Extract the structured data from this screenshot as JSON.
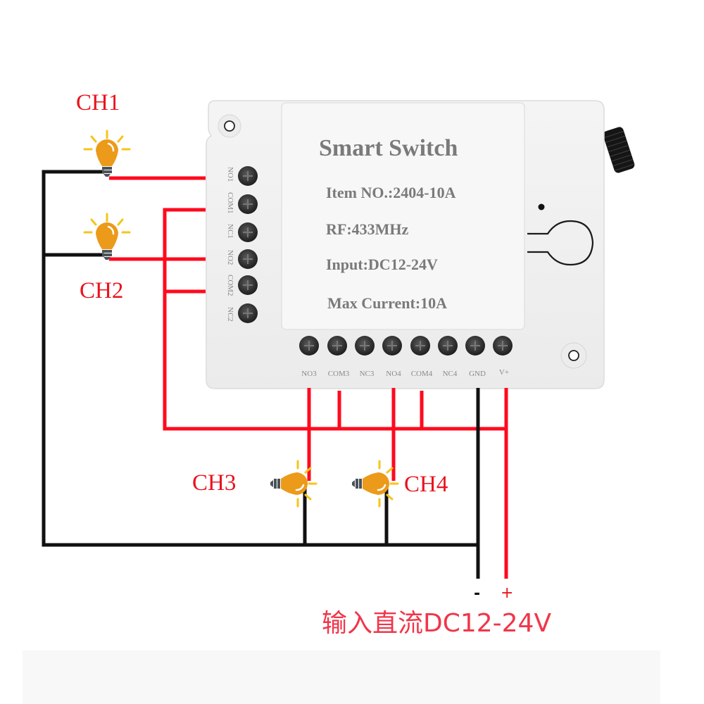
{
  "device": {
    "title": "Smart Switch",
    "specs": [
      {
        "label": "Item NO.:2404-10A"
      },
      {
        "label": "RF:433MHz"
      },
      {
        "label": "Input:DC12-24V"
      },
      {
        "label": "Max Current:10A"
      }
    ],
    "left_terminals": [
      "NO1",
      "COM1",
      "NC1",
      "NO2",
      "COM2",
      "NC2"
    ],
    "bottom_terminals": [
      "NO3",
      "COM3",
      "NC3",
      "NO4",
      "COM4",
      "NC4",
      "GND",
      "V+"
    ]
  },
  "channels": [
    {
      "label": "CH1"
    },
    {
      "label": "CH2"
    },
    {
      "label": "CH3"
    },
    {
      "label": "CH4"
    }
  ],
  "power": {
    "negative": "-",
    "positive": "+",
    "caption": "输入直流DC12-24V"
  },
  "colors": {
    "live_wire": "#ff0a1e",
    "neutral_wire": "#111111",
    "label_red": "#e8141e",
    "bulb_orange": "#ec9a1a",
    "bulb_ray": "#f5c518",
    "device_text": "#7a7a7a",
    "caption_red": "#f0364a"
  }
}
